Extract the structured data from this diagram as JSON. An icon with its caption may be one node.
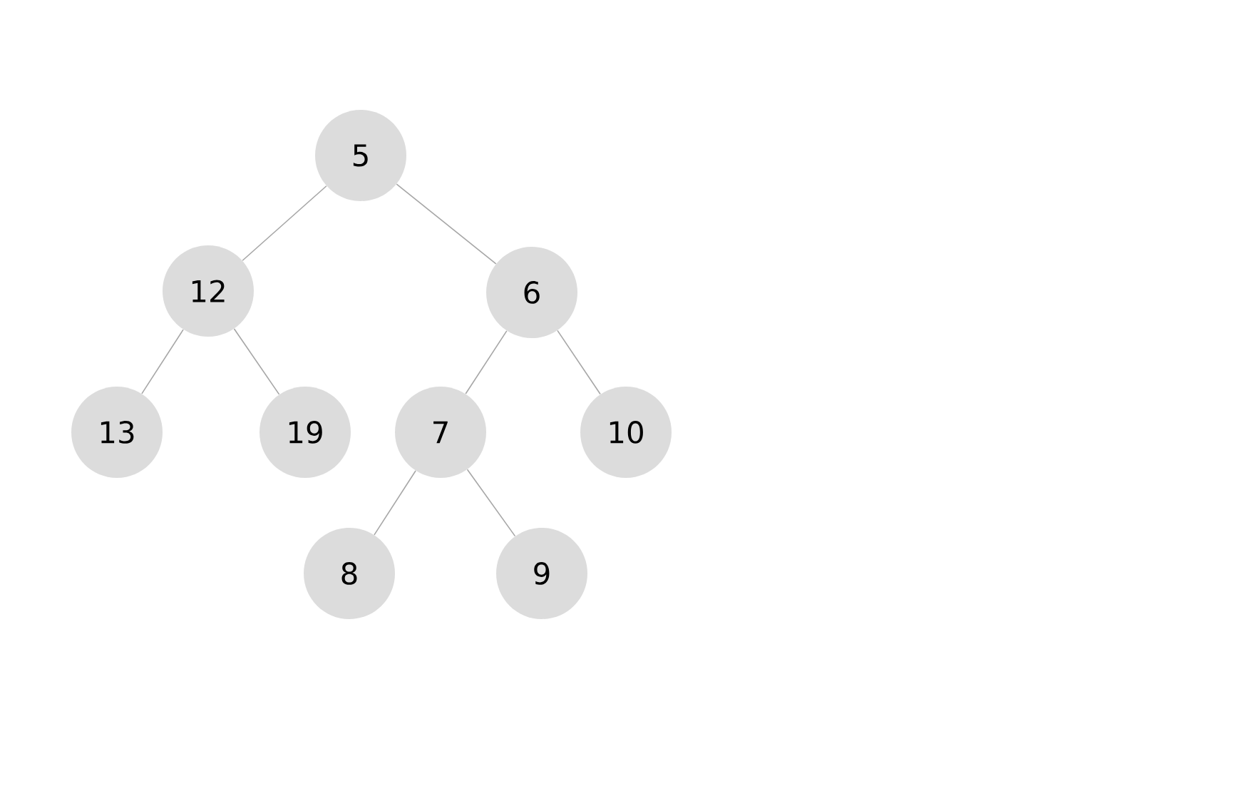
{
  "diagram": {
    "nodes": [
      {
        "text": [
          "5"
        ]
      },
      {
        "text": [
          "12"
        ]
      },
      {
        "text": [
          "6"
        ]
      },
      {
        "text": [
          "13"
        ]
      },
      {
        "text": [
          "19"
        ]
      },
      {
        "text": [
          "7"
        ]
      },
      {
        "text": [
          "10"
        ]
      },
      {
        "text": [
          "8"
        ]
      },
      {
        "text": [
          "9"
        ]
      }
    ],
    "edges": [
      {
        "from": 0,
        "to": 1,
        "arrow": "none"
      },
      {
        "from": 0,
        "to": 2,
        "arrow": "none"
      },
      {
        "from": 1,
        "to": 3,
        "arrow": "none"
      },
      {
        "from": 1,
        "to": 4,
        "arrow": "none"
      },
      {
        "from": 2,
        "to": 5,
        "arrow": "none"
      },
      {
        "from": 2,
        "to": 6,
        "arrow": "none"
      },
      {
        "from": 5,
        "to": 7,
        "arrow": "none"
      },
      {
        "from": 5,
        "to": 8,
        "arrow": "none"
      }
    ]
  }
}
